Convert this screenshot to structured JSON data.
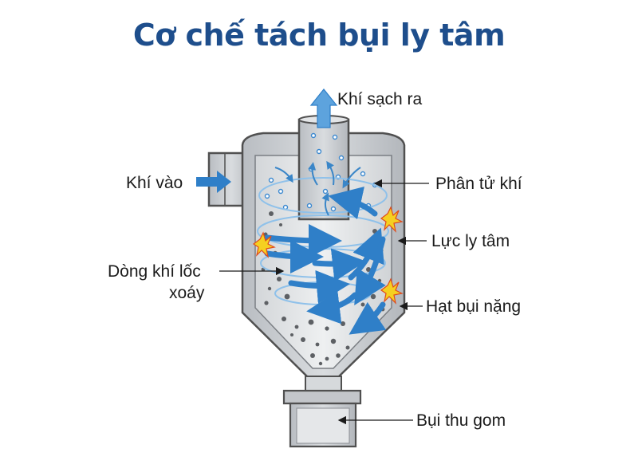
{
  "title": "Cơ chế tách bụi ly tâm",
  "labels": {
    "clean_air_out": "Khí sạch ra",
    "air_in": "Khí vào",
    "gas_molecules": "Phân tử khí",
    "centrifugal_force": "Lực ly tâm",
    "vortex_line1": "Dòng khí lốc",
    "vortex_line2": "xoáy",
    "heavy_dust": "Hạt bụi nặng",
    "collected_dust": "Bụi thu gom"
  },
  "colors": {
    "title": "#1e4e8c",
    "arrow": "#2f7fc8",
    "outline": "#505050",
    "body_fill": "#c9ccd0",
    "inner_fill": "#e8eaec",
    "impact": "#f5d020"
  }
}
